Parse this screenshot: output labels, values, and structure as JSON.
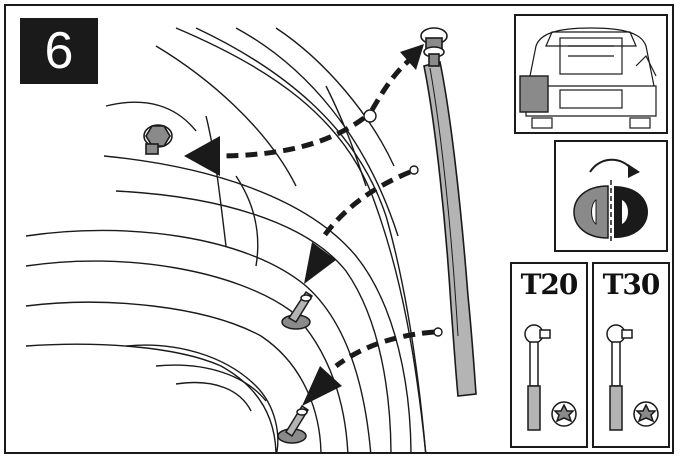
{
  "step": {
    "number": "6"
  },
  "tools": [
    {
      "label": "T20",
      "icon": "torx-driver-icon"
    },
    {
      "label": "T30",
      "icon": "torx-driver-icon"
    }
  ],
  "icons": {
    "vehicle": "car-rear-view-icon",
    "rotate": "rotate-90-clip-icon",
    "fastener": "push-clip-icon",
    "screw": "torx-screw-icon"
  },
  "colors": {
    "ink": "#1a1a1a",
    "panel_fill": "#b4b4b4",
    "highlight": "#8a8a8a"
  }
}
